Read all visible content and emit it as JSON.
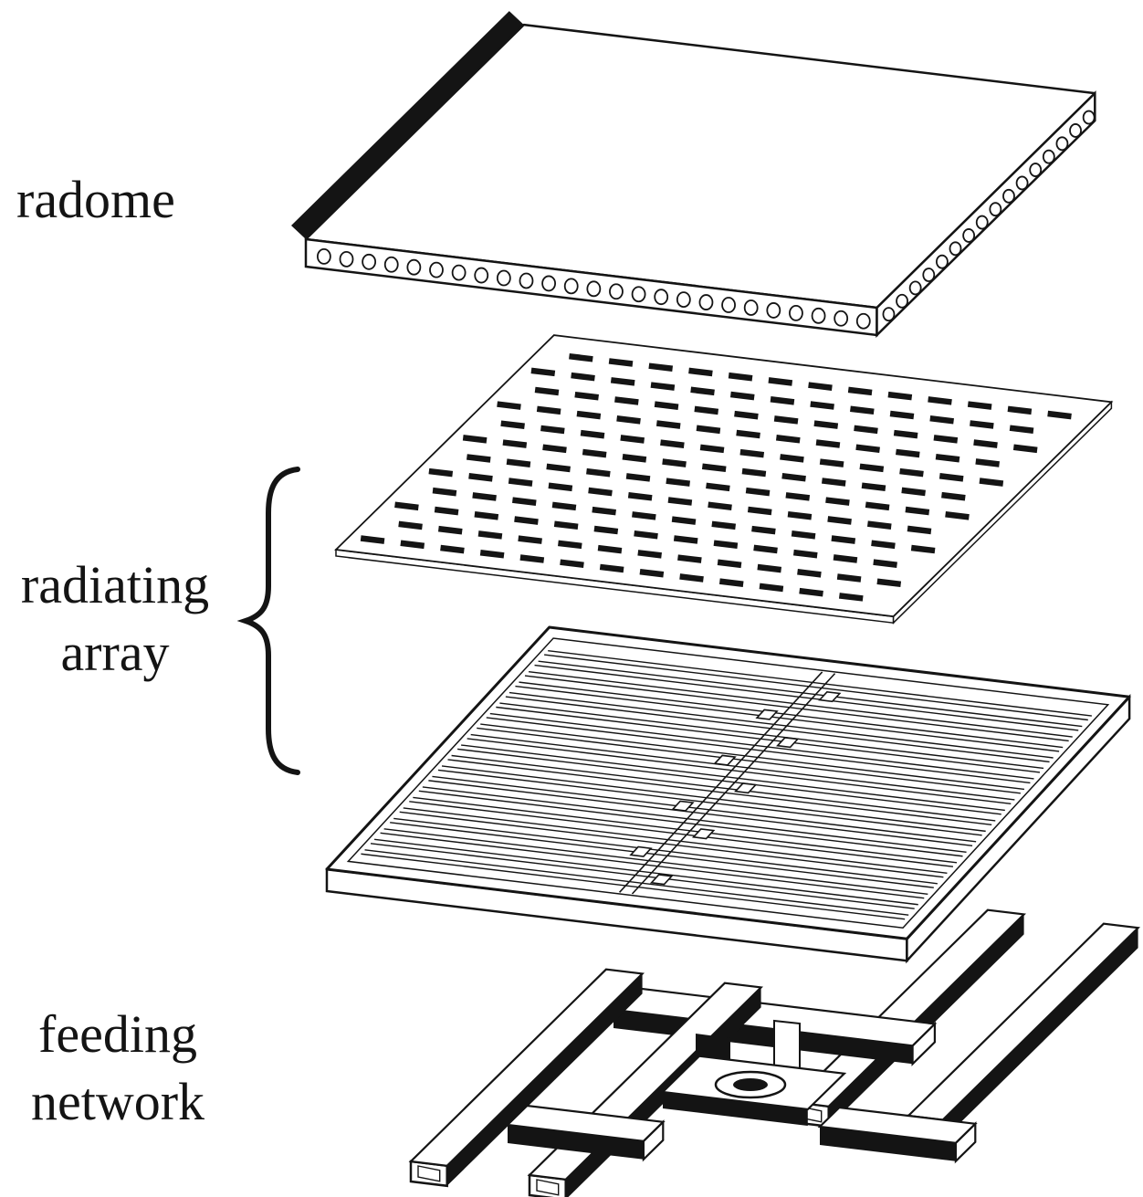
{
  "figure": {
    "labels": [
      {
        "id": "radome",
        "text": "radome"
      },
      {
        "id": "radiating-array",
        "text": "radiating array"
      },
      {
        "id": "feeding-network",
        "text": "feeding network"
      }
    ],
    "colors": {
      "ink": "#141414",
      "paper": "#ffffff"
    }
  }
}
